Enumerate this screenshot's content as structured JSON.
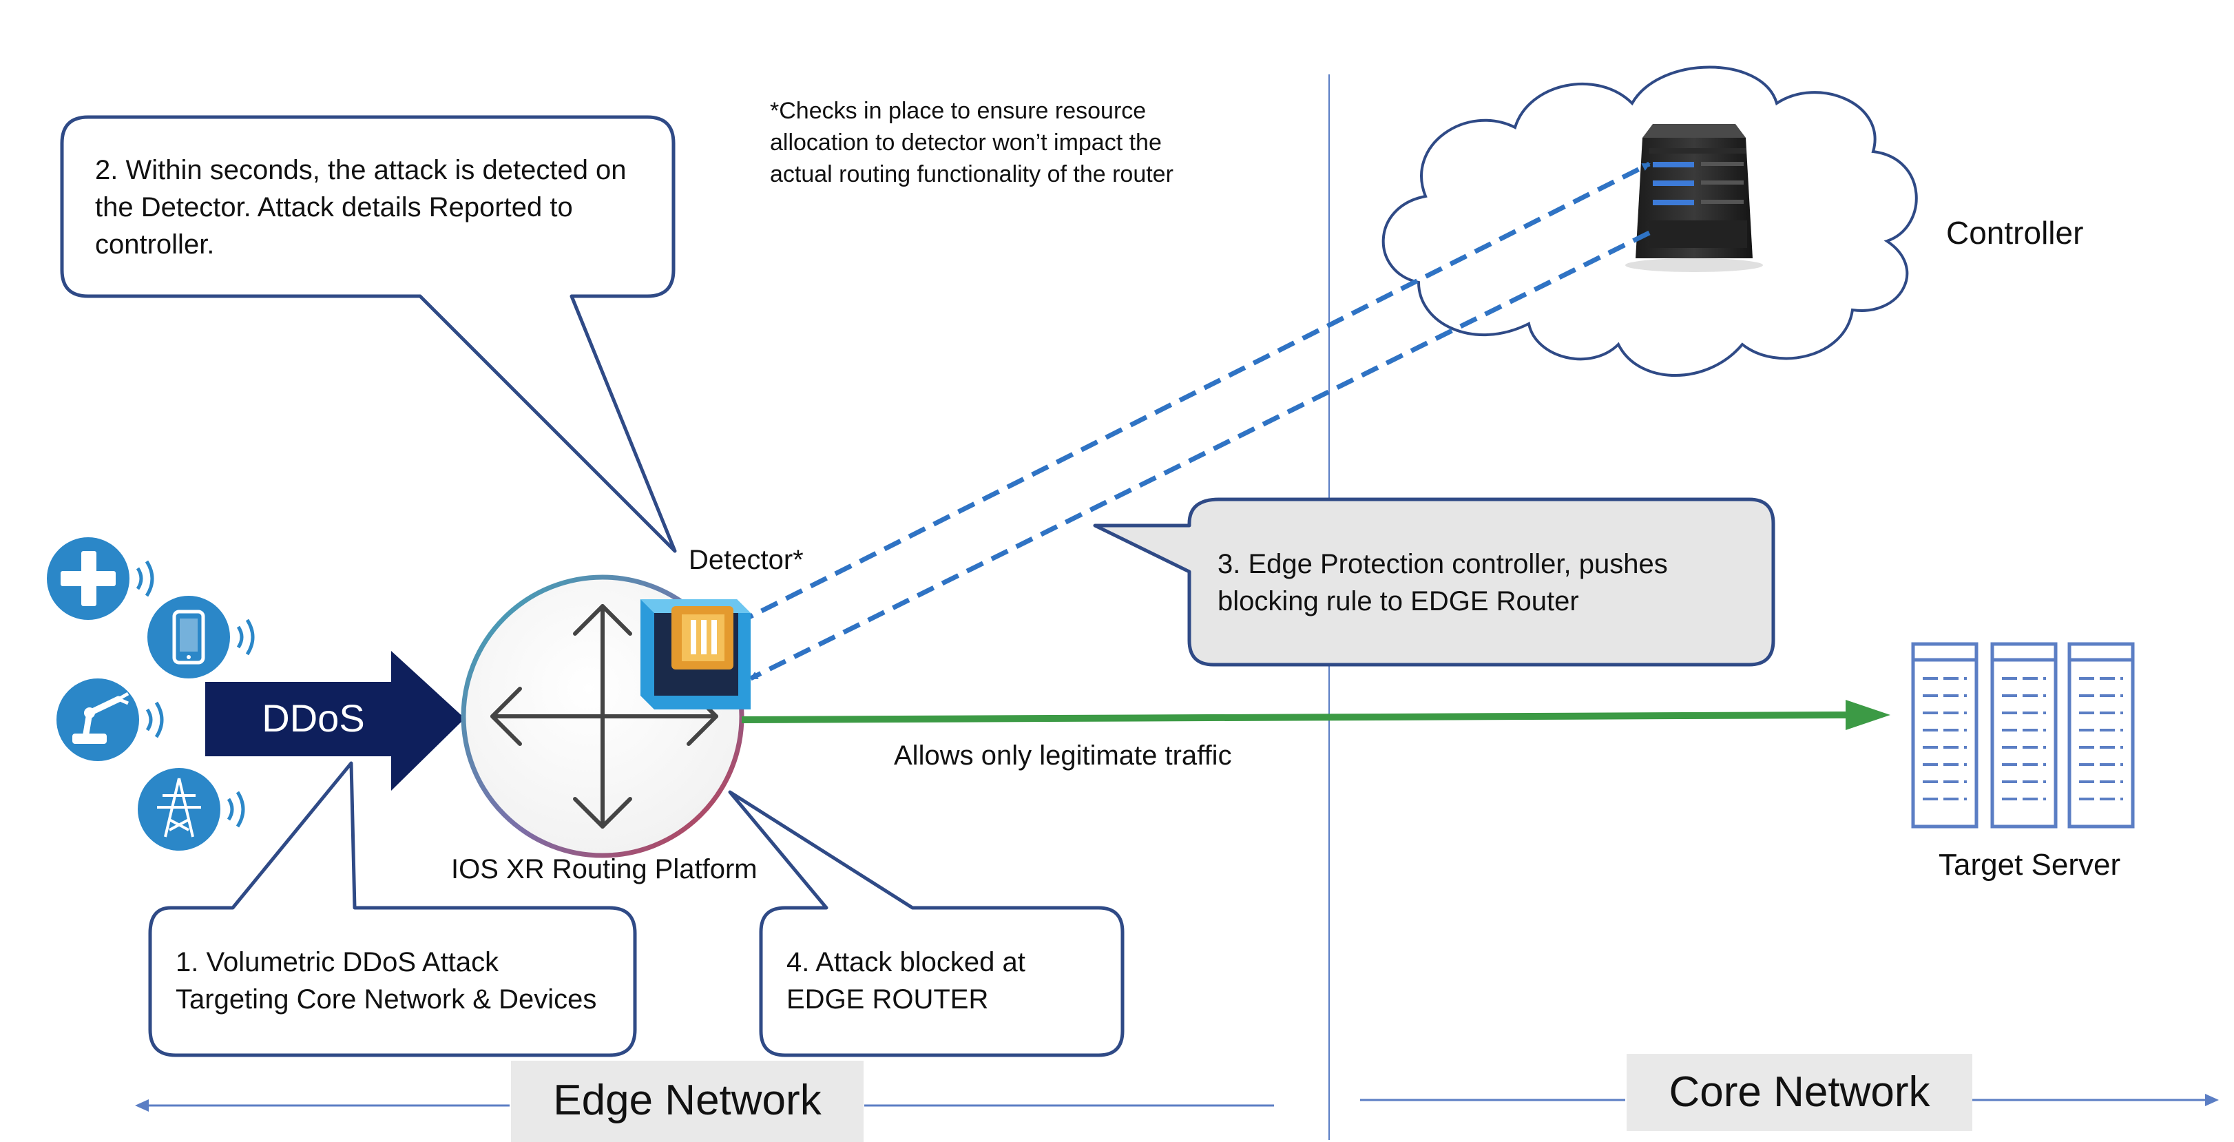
{
  "diagram": {
    "note": [
      "*Checks in place to ensure resource",
      "allocation to detector won’t impact the",
      "actual routing functionality of the router"
    ],
    "callout_detected": [
      "2. Within seconds, the attack is detected on",
      "the Detector. Attack details Reported to",
      "controller."
    ],
    "callout_controller": [
      "3. Edge Protection controller, pushes",
      "blocking rule to EDGE Router"
    ],
    "callout_attack": [
      "1. Volumetric DDoS Attack",
      "Targeting Core Network & Devices"
    ],
    "callout_blocked": [
      "4. Attack blocked at",
      "EDGE ROUTER"
    ],
    "ddos_label": "DDoS",
    "detector_label": "Detector*",
    "router_label": "IOS XR Routing Platform",
    "controller_label": "Controller",
    "traffic_label": "Allows only legitimate traffic",
    "target_label": "Target Server",
    "edge_network_label": "Edge Network",
    "core_network_label": "Core Network",
    "colors": {
      "navy": "#0e1f5c",
      "callout_border": "#2f4a86",
      "dashed_blue": "#2f73c4",
      "green": "#3c9a45",
      "device_blue": "#2b87c8",
      "server_outline": "#5b7ec4",
      "region_box": "#e9e9e9"
    },
    "icons": [
      "medical-cross-icon",
      "smartphone-icon",
      "robot-arm-icon",
      "power-tower-icon",
      "router-arrows-icon",
      "detector-chip-icon",
      "server-tower-icon",
      "cloud-icon",
      "datacenter-icon"
    ]
  }
}
